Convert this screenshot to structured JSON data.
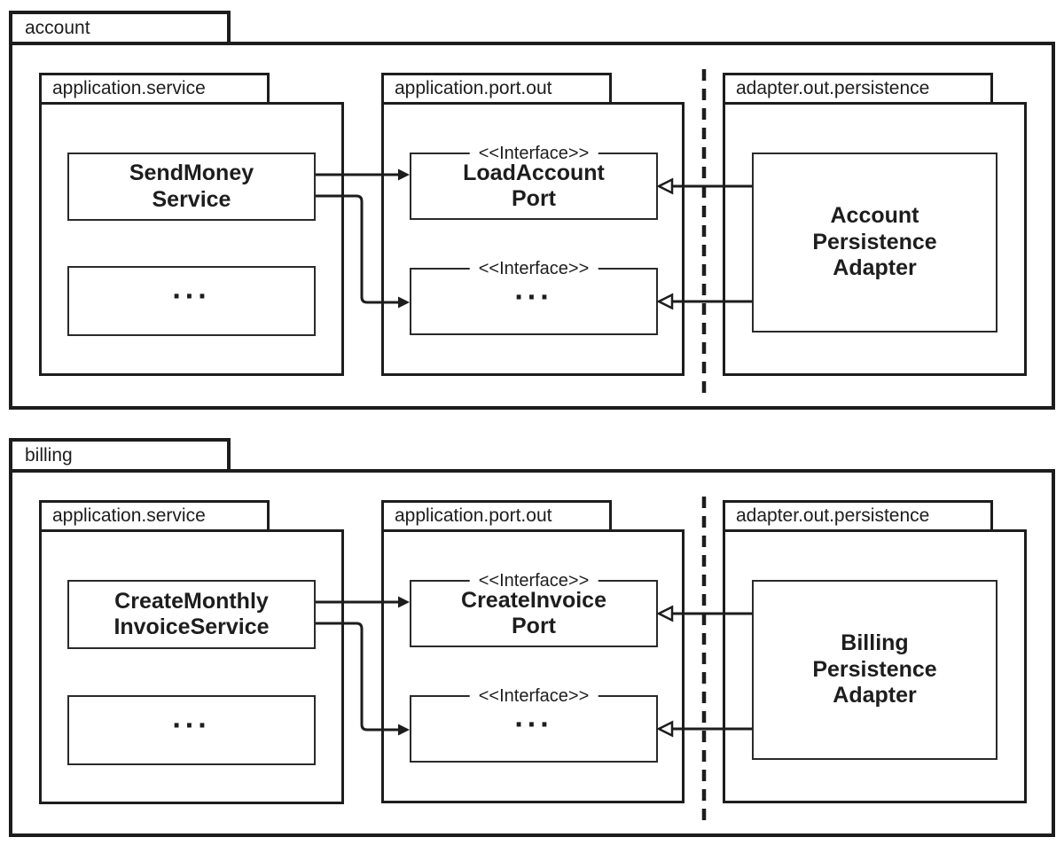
{
  "stereotype": "<<Interface>>",
  "ellipsis": "...",
  "colors": {
    "stroke": "#1d1d1d",
    "background": "#ffffff"
  },
  "account": {
    "package_label": "account",
    "service_package_label": "application.service",
    "port_package_label": "application.port.out",
    "adapter_package_label": "adapter.out.persistence",
    "service_class": "SendMoney\nService",
    "port_class": "LoadAccount\nPort",
    "adapter_class": "Account\nPersistence\nAdapter"
  },
  "billing": {
    "package_label": "billing",
    "service_package_label": "application.service",
    "port_package_label": "application.port.out",
    "adapter_package_label": "adapter.out.persistence",
    "service_class": "CreateMonthly\nInvoiceService",
    "port_class": "CreateInvoice\nPort",
    "adapter_class": "Billing\nPersistence\nAdapter"
  },
  "edges": [
    {
      "from": "SendMoneyService",
      "to": "LoadAccountPort",
      "style": "solid-line-filled-arrowhead"
    },
    {
      "from": "SendMoneyService",
      "to": "account-port-ellipsis-interface",
      "style": "solid-line-filled-arrowhead"
    },
    {
      "from": "AccountPersistenceAdapter",
      "to": "LoadAccountPort",
      "style": "solid-line-open-triangle"
    },
    {
      "from": "AccountPersistenceAdapter",
      "to": "account-port-ellipsis-interface",
      "style": "solid-line-open-triangle"
    },
    {
      "from": "CreateMonthlyInvoiceService",
      "to": "CreateInvoicePort",
      "style": "solid-line-filled-arrowhead"
    },
    {
      "from": "CreateMonthlyInvoiceService",
      "to": "billing-port-ellipsis-interface",
      "style": "solid-line-filled-arrowhead"
    },
    {
      "from": "BillingPersistenceAdapter",
      "to": "CreateInvoicePort",
      "style": "solid-line-open-triangle"
    },
    {
      "from": "BillingPersistenceAdapter",
      "to": "billing-port-ellipsis-interface",
      "style": "solid-line-open-triangle"
    }
  ]
}
